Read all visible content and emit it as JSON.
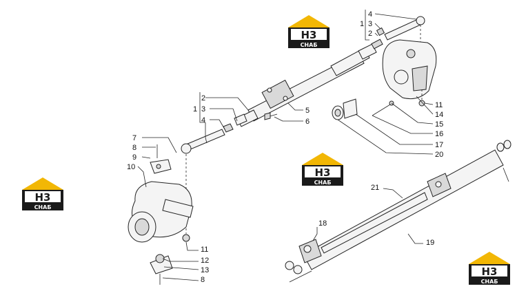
{
  "logo": {
    "letters": "H3",
    "word": "СНАБ",
    "gold": "#f2b705",
    "dark": "#1a1a1a"
  },
  "labels": {
    "l1a": "1",
    "l2a": "2",
    "l3a": "3",
    "l4a": "4",
    "l4b": "4",
    "l3b": "3",
    "l2b": "2",
    "l1b": "1",
    "l5": "5",
    "l6": "6",
    "l7": "7",
    "l8a": "8",
    "l9": "9",
    "l10": "10",
    "l11a": "11",
    "l11b": "11",
    "l12": "12",
    "l13": "13",
    "l8b": "8",
    "l14": "14",
    "l15": "15",
    "l16": "16",
    "l17": "17",
    "l20": "20",
    "l21": "21",
    "l18": "18",
    "l19": "19"
  }
}
